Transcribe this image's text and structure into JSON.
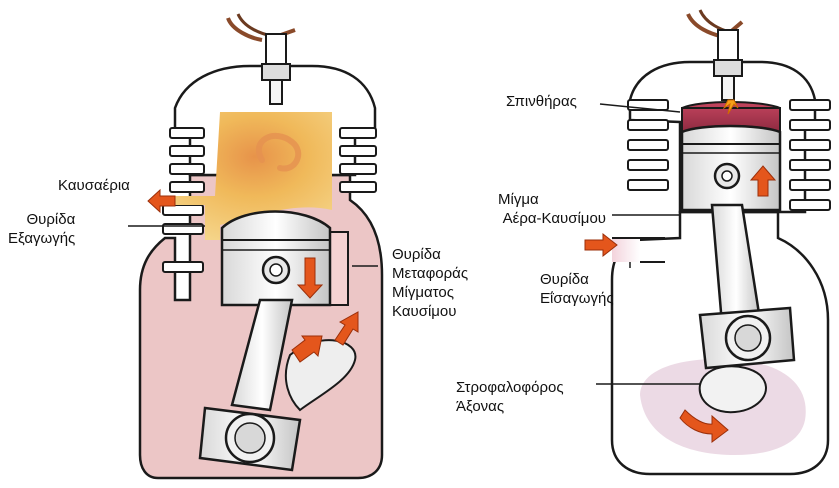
{
  "labels": {
    "exhaust_gases": "Καυσαέρια",
    "exhaust_port": [
      "Θυρίδα",
      "Εξαγωγής"
    ],
    "transfer_port": [
      "Θυρίδα",
      "Μεταφοράς",
      "Μίγματος",
      "Καυσίμου"
    ],
    "spark_plug": "Σπινθήρας",
    "air_fuel_mixture": [
      "Μίγμα",
      "Αέρα-Καυσίμου"
    ],
    "intake_port": [
      "Θυρίδα",
      "Εΐσαγωγής"
    ],
    "crankshaft": [
      "Στροφαλοφόρος",
      "Άξονας"
    ]
  },
  "colors": {
    "outline": "#1a1a1a",
    "crankcase_fill": "#ecc6c6",
    "combustion_yellow": "#f2c25a",
    "combustion_orange": "#e99a45",
    "combustion_chamber_red": "#b0334e",
    "arrow_orange": "#e4561c",
    "metal_light": "#f4f4f4",
    "metal_shade": "#c9c9c9",
    "wire_brown": "#8a4a2a"
  }
}
